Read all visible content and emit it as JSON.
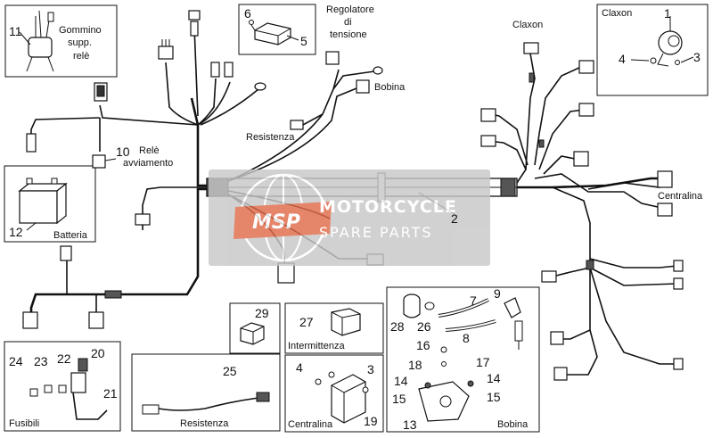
{
  "diagram": {
    "parts": {
      "p1": "1",
      "p2": "2",
      "p3": "3",
      "p4": "4",
      "p5": "5",
      "p6": "6",
      "p7": "7",
      "p8": "8",
      "p9": "9",
      "p10": "10",
      "p11": "11",
      "p12": "12",
      "p13": "13",
      "p14a": "14",
      "p14b": "14",
      "p15a": "15",
      "p15b": "15",
      "p16": "16",
      "p17": "17",
      "p18": "18",
      "p19": "19",
      "p20": "20",
      "p21": "21",
      "p22": "22",
      "p23": "23",
      "p24": "24",
      "p25": "25",
      "p26": "26",
      "p27": "27",
      "p28": "28",
      "p29": "29",
      "p3b": "3",
      "p4b": "4"
    },
    "labels": {
      "gommino_1": "Gommino",
      "gommino_2": "supp.",
      "gommino_3": "relè",
      "regolatore_1": "Regolatore",
      "regolatore_2": "di",
      "regolatore_3": "tensione",
      "bobina_top": "Bobina",
      "resistenza_top": "Resistenza",
      "rele_1": "Relè",
      "rele_2": "avviamento",
      "batteria": "Batteria",
      "claxon_top": "Claxon",
      "claxon_box": "Claxon",
      "centralina_right": "Centralina",
      "intermittenza": "Intermittenza",
      "resistenza_box": "Resistenza",
      "centralina_box": "Centralina",
      "bobina_box": "Bobina",
      "fusibili": "Fusibili"
    }
  },
  "watermark": {
    "logo": "MSP",
    "line1": "MOTORCYCLE",
    "line2": "SPARE PARTS"
  },
  "colors": {
    "watermark_band": "#c8c8c8",
    "watermark_accent": "#e06b4a",
    "line": "#111111"
  }
}
